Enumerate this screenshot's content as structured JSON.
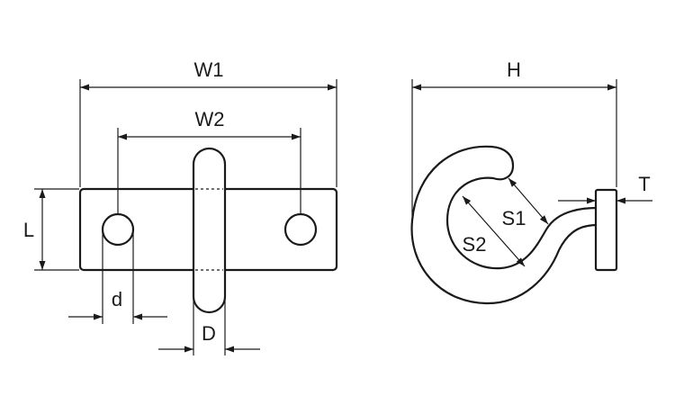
{
  "labels": {
    "w1": "W1",
    "w2": "W2",
    "l": "L",
    "d_small": "d",
    "d_large": "D",
    "h": "H",
    "t": "T",
    "s1": "S1",
    "s2": "S2"
  }
}
